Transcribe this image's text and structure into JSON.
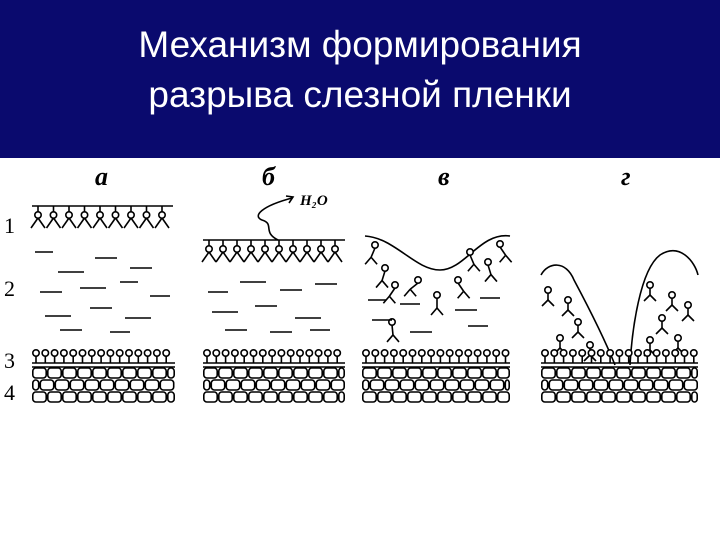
{
  "slide": {
    "title_line1": "Механизм формирования",
    "title_line2": "разрыва слезной пленки"
  },
  "panels": [
    {
      "label": "а"
    },
    {
      "label": "б"
    },
    {
      "label": "в"
    },
    {
      "label": "г"
    }
  ],
  "row_numbers": [
    "1",
    "2",
    "3",
    "4"
  ],
  "annotation": {
    "water": "H₂O"
  },
  "colors": {
    "header_bg": "#0a0a6e",
    "title_text": "#ffffff",
    "ink": "#000000",
    "page_bg": "#ffffff"
  }
}
